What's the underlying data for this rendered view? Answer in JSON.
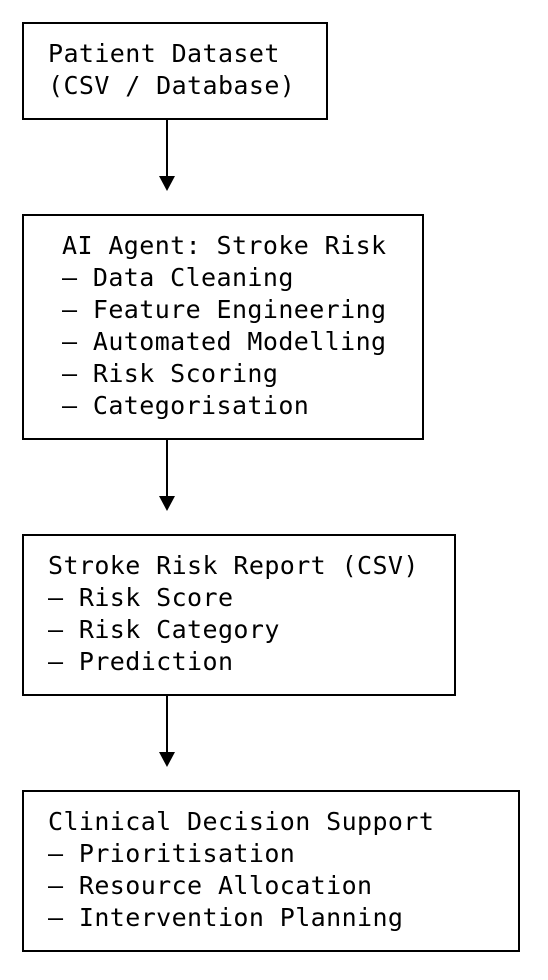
{
  "flowchart": {
    "nodes": [
      {
        "id": "patient-dataset",
        "lines": [
          "Patient Dataset",
          "(CSV / Database)"
        ]
      },
      {
        "id": "ai-agent",
        "lines": [
          "AI Agent: Stroke Risk",
          "– Data Cleaning",
          "– Feature Engineering",
          "– Automated Modelling",
          "– Risk Scoring",
          "– Categorisation"
        ]
      },
      {
        "id": "risk-report",
        "lines": [
          "Stroke Risk Report (CSV)",
          "– Risk Score",
          "– Risk Category",
          "– Prediction"
        ]
      },
      {
        "id": "clinical-support",
        "lines": [
          "Clinical Decision Support",
          "– Prioritisation",
          "– Resource Allocation",
          "– Intervention Planning"
        ]
      }
    ],
    "edges": [
      {
        "from": "patient-dataset",
        "to": "ai-agent"
      },
      {
        "from": "ai-agent",
        "to": "risk-report"
      },
      {
        "from": "risk-report",
        "to": "clinical-support"
      }
    ],
    "colors": {
      "stroke": "#000000",
      "background": "#ffffff",
      "text": "#000000"
    }
  }
}
